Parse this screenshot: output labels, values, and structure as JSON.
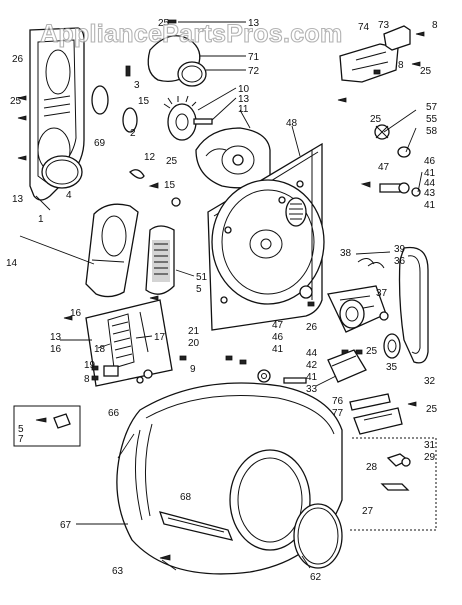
{
  "watermark": "AppliancePartsPros.com",
  "labels": [
    "25",
    "13",
    "74",
    "73",
    "8",
    "26",
    "71",
    "72",
    "3",
    "8",
    "25",
    "10",
    "13",
    "11",
    "15",
    "25",
    "2",
    "69",
    "57",
    "55",
    "58",
    "12",
    "25",
    "15",
    "48",
    "47",
    "46",
    "41",
    "44",
    "43",
    "41",
    "4",
    "13",
    "38",
    "39",
    "36",
    "14",
    "51",
    "5",
    "37",
    "13",
    "16",
    "18",
    "17",
    "21",
    "20",
    "47",
    "46",
    "41",
    "26",
    "25",
    "19",
    "8",
    "44",
    "42",
    "41",
    "33",
    "35",
    "32",
    "76",
    "77",
    "25",
    "5",
    "7",
    "66",
    "31",
    "29",
    "28",
    "27",
    "68",
    "67",
    "63",
    "62",
    "1",
    "25",
    "16",
    "9"
  ]
}
